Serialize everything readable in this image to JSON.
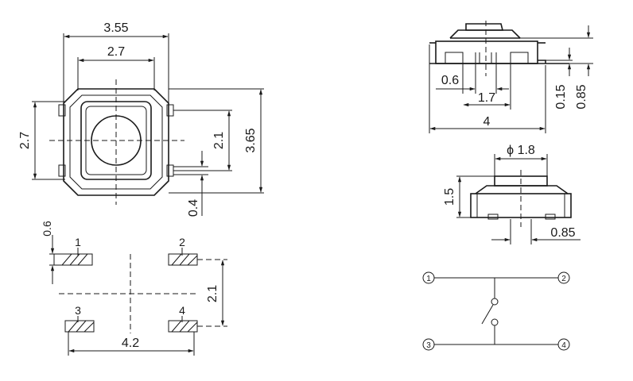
{
  "top_view": {
    "width_outer": "3.55",
    "width_inner": "2.7",
    "height_left": "2.7",
    "height_right": "3.65",
    "pin_pitch": "2.1",
    "pin_width": "0.4"
  },
  "footprint": {
    "pad_height": "0.6",
    "pad_labels": [
      "1",
      "2",
      "3",
      "4"
    ],
    "horizontal_pitch": "4.2",
    "vertical_pitch": "2.1"
  },
  "side_view": {
    "lead_gap": "0.6",
    "lead_span": "1.7",
    "body_length": "4",
    "lead_thickness": "0.15",
    "base_height": "0.85"
  },
  "front_view": {
    "actuator_diameter": "ϕ 1.8",
    "height": "1.5",
    "foot_width": "0.85"
  },
  "schematic": {
    "terminals": [
      "1",
      "2",
      "3",
      "4"
    ]
  }
}
